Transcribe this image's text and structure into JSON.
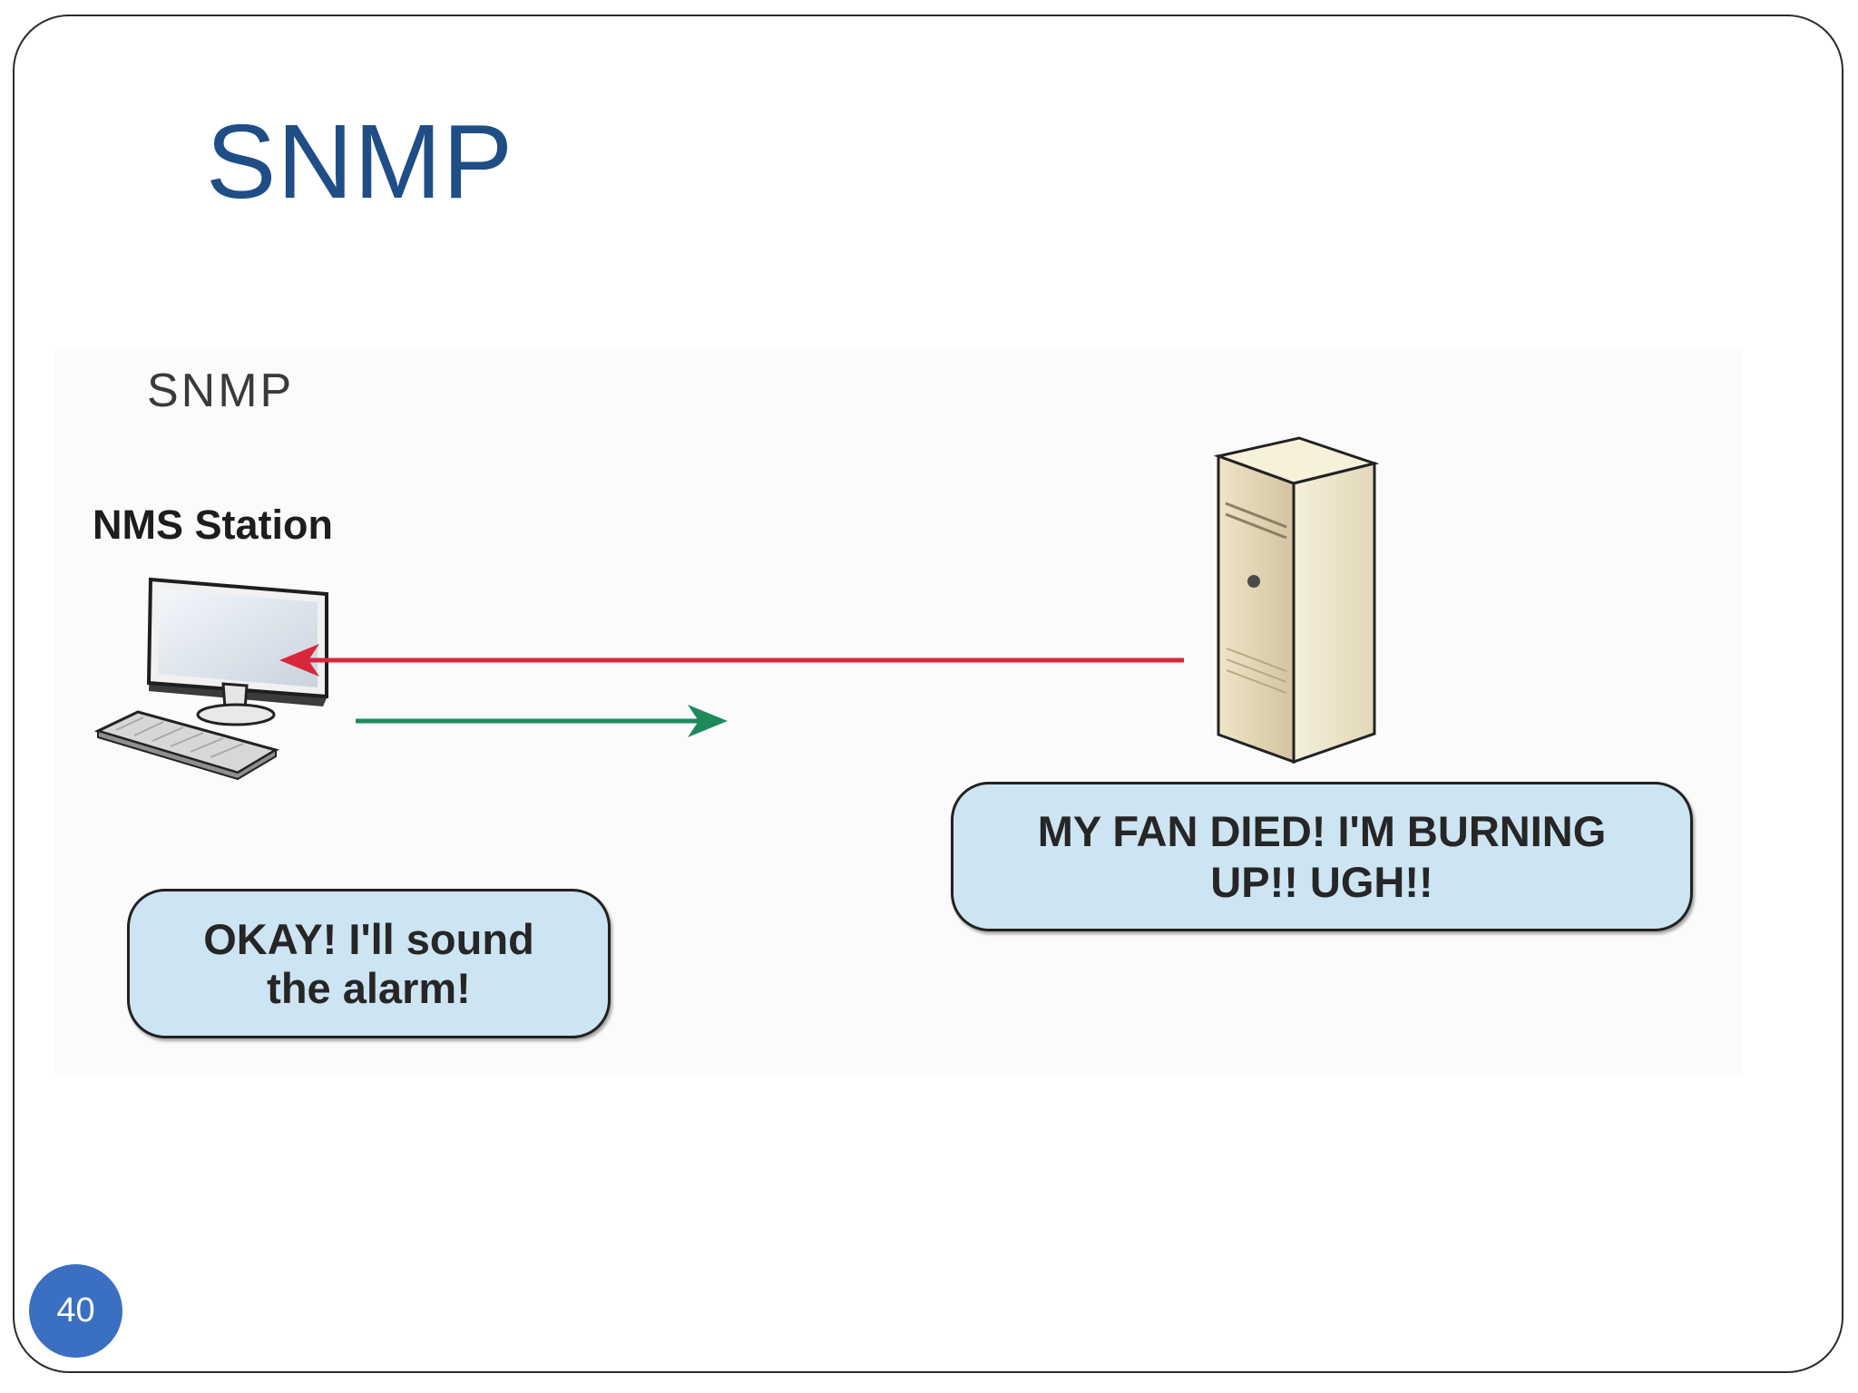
{
  "slide": {
    "title": "SNMP",
    "page_number": "40",
    "colors": {
      "title": "#1f4e87",
      "badge": "#3a6fc2",
      "trap_arrow": "#d8263a",
      "response_arrow": "#1e8a5c",
      "bubble_fill": "#cde4f2"
    }
  },
  "diagram": {
    "heading": "SNMP",
    "nms_label": "NMS Station",
    "nms_message": "OKAY! I'll sound\nthe alarm!",
    "agent_message": "MY FAN DIED! I'M BURNING\nUP!! UGH!!",
    "icons": [
      "desktop-computer-icon",
      "server-tower-icon"
    ]
  }
}
